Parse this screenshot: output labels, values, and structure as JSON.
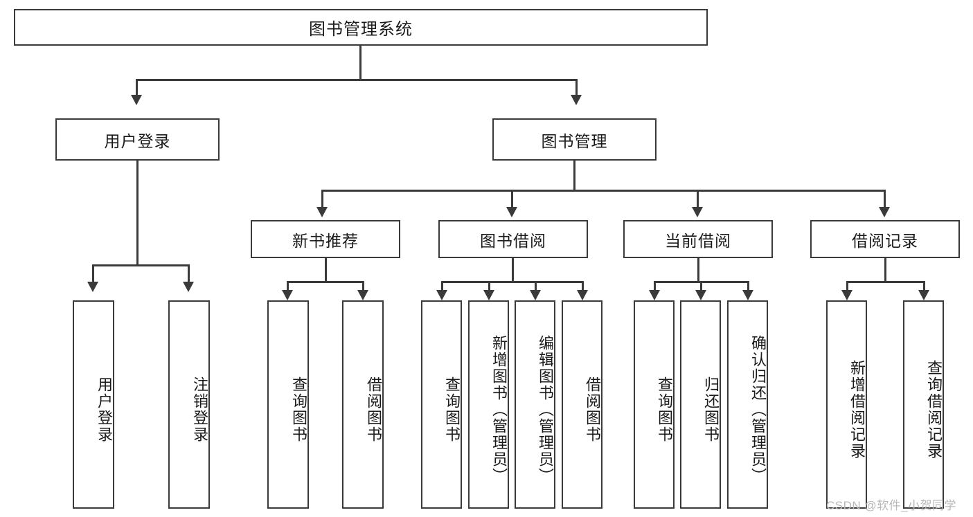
{
  "diagram": {
    "title": "图书管理系统",
    "type": "功能结构图",
    "root": {
      "label": "图书管理系统",
      "orientation": "horizontal"
    },
    "level2": [
      {
        "label": "用户登录",
        "orientation": "horizontal"
      },
      {
        "label": "图书管理",
        "orientation": "horizontal"
      }
    ],
    "level3": [
      {
        "label": "新书推荐",
        "orientation": "horizontal",
        "parent": "图书管理"
      },
      {
        "label": "图书借阅",
        "orientation": "horizontal",
        "parent": "图书管理"
      },
      {
        "label": "当前借阅",
        "orientation": "horizontal",
        "parent": "图书管理"
      },
      {
        "label": "借阅记录",
        "orientation": "horizontal",
        "parent": "图书管理"
      }
    ],
    "leaves": {
      "user_login": [
        {
          "label": "用户登录",
          "orientation": "vertical"
        },
        {
          "label": "注销登录",
          "orientation": "vertical"
        }
      ],
      "new_book": [
        {
          "label": "查询图书",
          "orientation": "vertical"
        },
        {
          "label": "借阅图书",
          "orientation": "vertical"
        }
      ],
      "borrow_book": [
        {
          "label": "查询图书",
          "orientation": "vertical"
        },
        {
          "label": "新增图书（管理员）",
          "orientation": "vertical"
        },
        {
          "label": "编辑图书（管理员）",
          "orientation": "vertical"
        },
        {
          "label": "借阅图书",
          "orientation": "vertical"
        }
      ],
      "current_borrow": [
        {
          "label": "查询图书",
          "orientation": "vertical"
        },
        {
          "label": "归还图书",
          "orientation": "vertical"
        },
        {
          "label": "确认归还（管理员）",
          "orientation": "vertical"
        }
      ],
      "borrow_record": [
        {
          "label": "新增借阅记录",
          "orientation": "vertical"
        },
        {
          "label": "查询借阅记录",
          "orientation": "vertical"
        }
      ]
    }
  },
  "watermark": {
    "text": "CSDN @软件_小贺同学"
  },
  "colors": {
    "border": "#3a3a3a",
    "background": "#ffffff",
    "text": "#1a1a1a",
    "watermark": "#b9b9b9"
  }
}
